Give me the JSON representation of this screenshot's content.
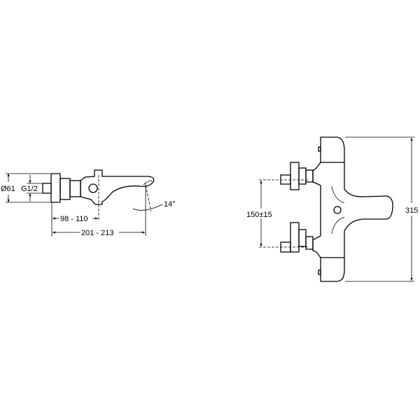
{
  "side_view": {
    "dim_diameter": "Ø61",
    "dim_thread": "G1/2",
    "dim_valve_offset": "98 - 110",
    "dim_total_projection": "201 - 213",
    "dim_spout_angle": "14°"
  },
  "front_view": {
    "dim_centers": "150±15",
    "dim_height": "315"
  }
}
